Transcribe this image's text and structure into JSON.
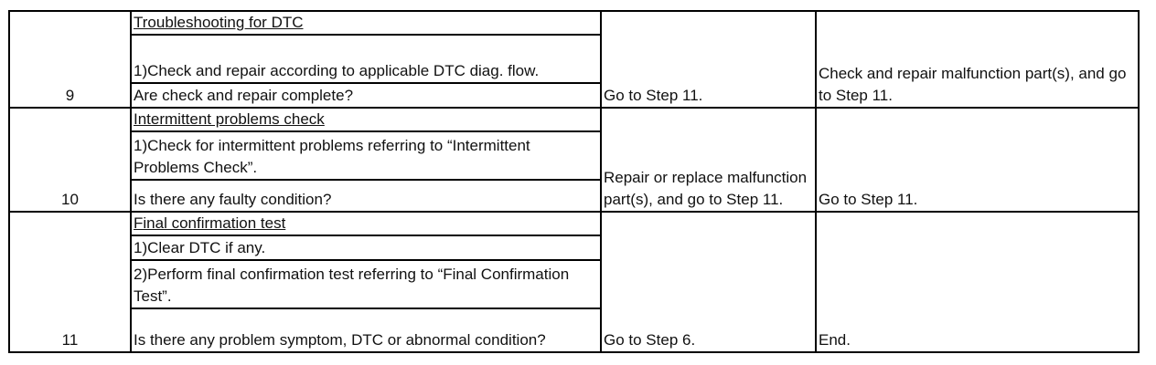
{
  "steps": [
    {
      "number": "9",
      "title": "Troubleshooting for DTC",
      "instructions": [
        "1)Check and repair according to applicable DTC diag. flow."
      ],
      "question": "Are check and repair complete?",
      "yes": "Go to Step 11.",
      "no": "Check and repair malfunction part(s), and go to Step 11."
    },
    {
      "number": "10",
      "title": "Intermittent problems check",
      "instructions": [
        "1)Check for intermittent problems referring to “Intermittent Problems Check”."
      ],
      "question": "Is there any faulty condition?",
      "yes": "Repair or replace malfunction part(s), and go to Step 11.",
      "no": "Go to Step 11."
    },
    {
      "number": "11",
      "title": "Final confirmation test",
      "instructions": [
        "1)Clear DTC if any.",
        "2)Perform final confirmation test referring to “Final Confirmation Test”."
      ],
      "question": "Is there any problem symptom, DTC or abnormal condition?",
      "yes": "Go to Step 6.",
      "no": "End."
    }
  ]
}
